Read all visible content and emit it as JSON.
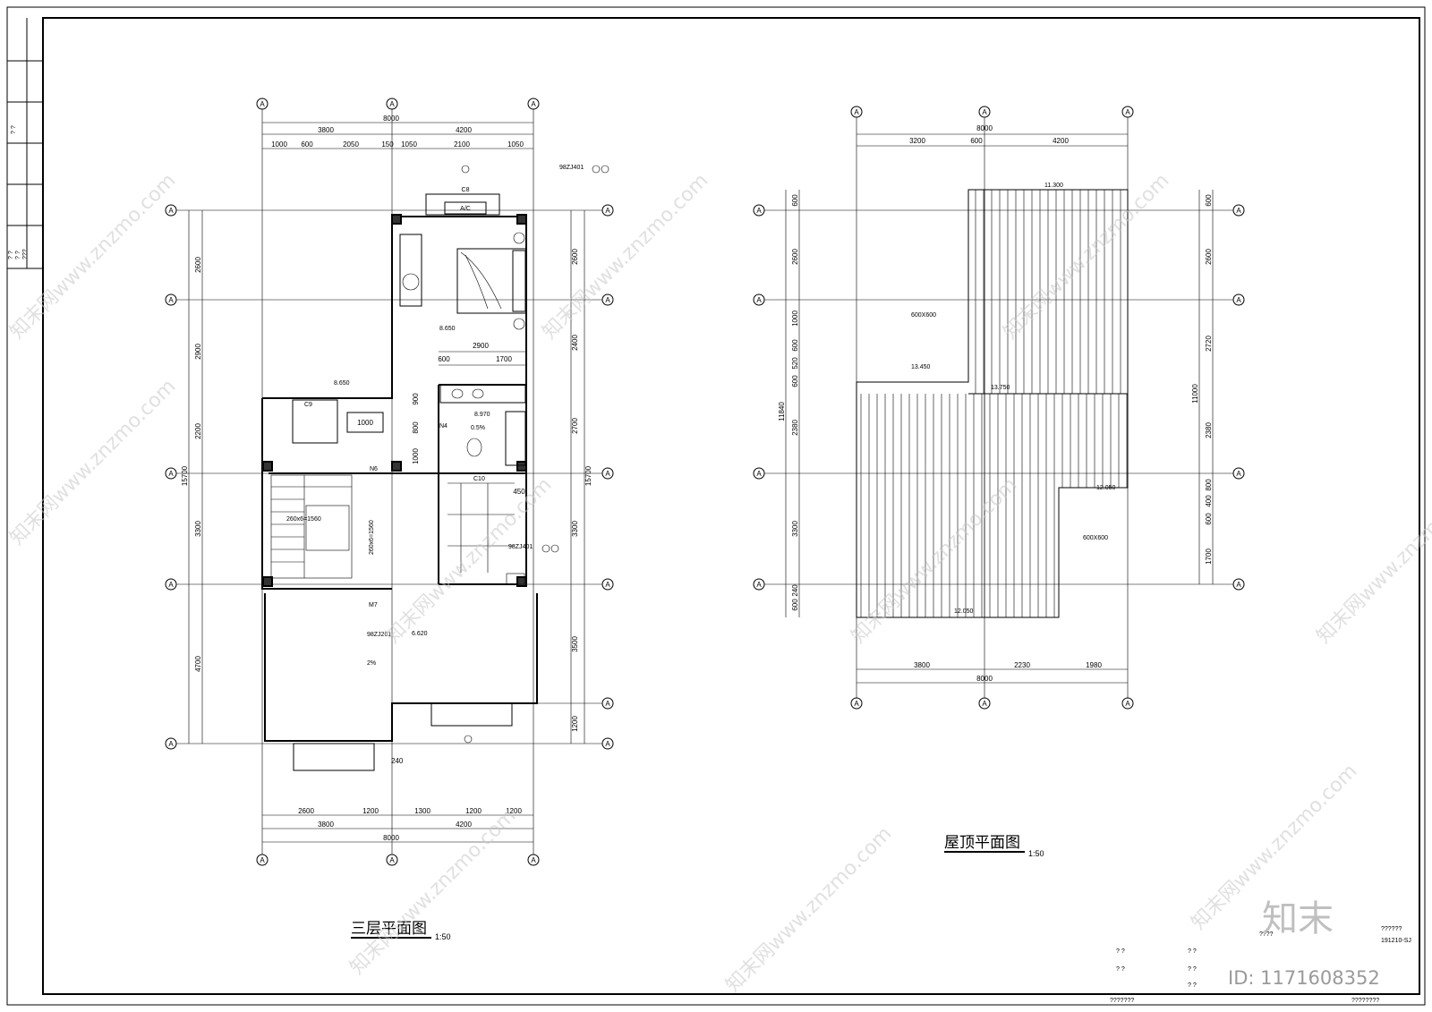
{
  "drawings": {
    "third_floor": {
      "title": "三层平面图",
      "scale": "1:50",
      "axis_label": "A",
      "top_total": "8000",
      "top_row2": [
        "3800",
        "4200"
      ],
      "top_row3": [
        "1000",
        "600",
        "2050",
        "150",
        "1050",
        "2100",
        "1050"
      ],
      "bottom_row1": [
        "2600",
        "1200",
        "1300",
        "1200",
        "1200"
      ],
      "bottom_row2": [
        "3800",
        "4200"
      ],
      "bottom_total": "8000",
      "left_dims": [
        "2600",
        "2900",
        "2200",
        "3300",
        "4700"
      ],
      "left_total": "15700",
      "right_dims": [
        "2600",
        "2400",
        "2700",
        "3300",
        "3500",
        "1200"
      ],
      "right_total": "15700",
      "interior_texts": [
        "A/C",
        "C8",
        "C9",
        "C10",
        "N4",
        "N6",
        "M7",
        "1000",
        "260x6=1560",
        "260x6=1560",
        "2900",
        "1700",
        "600",
        "900",
        "800",
        "1000",
        "450",
        "0.5%",
        "2%",
        "240",
        "98ZJ401",
        "98ZJ201",
        "8.650",
        "8.970",
        "6.620",
        "8.650",
        "98ZJ401"
      ]
    },
    "roof": {
      "title": "屋顶平面图",
      "scale": "1:50",
      "axis_label": "A",
      "top_total": "8000",
      "top_row2": [
        "3200",
        "600",
        "4200"
      ],
      "bottom_row1": [
        "3800",
        "2230",
        "1980"
      ],
      "bottom_total": "8000",
      "left_dims": [
        "600",
        "2600",
        "1000",
        "600",
        "520",
        "600",
        "2380",
        "3300",
        "600",
        "240"
      ],
      "left_total": "11840",
      "right_dims": [
        "600",
        "2600",
        "2720",
        "2380",
        "800",
        "400",
        "600",
        "1700"
      ],
      "right_total": "11000",
      "interior_texts": [
        "11.300",
        "600X600",
        "13.450",
        "13.750",
        "12.050",
        "600X600",
        "12.050"
      ]
    }
  },
  "title_block": {
    "project_code": "??????",
    "drawing_no": "191210-SJ",
    "marks": [
      "????",
      "?  ?",
      "?  ?",
      "?  ?",
      "?  ?",
      "?  ?",
      "???????",
      "????????"
    ]
  },
  "left_strip": {
    "labels": [
      "? ?",
      "? ?",
      "? ?",
      "???"
    ]
  },
  "watermark": {
    "repeat_text": "知末网www.znzmo.com",
    "logo_text": "知末",
    "id_text": "ID: 1171608352"
  }
}
